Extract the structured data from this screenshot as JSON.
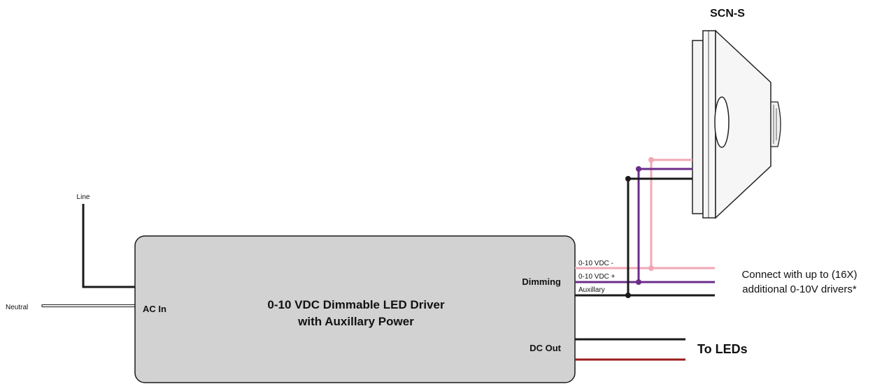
{
  "sensor": {
    "title": "SCN-S"
  },
  "driver": {
    "title_line1": "0-10 VDC Dimmable LED Driver",
    "title_line2": "with Auxillary Power",
    "ac_in_label": "AC In",
    "dimming_label": "Dimming",
    "dc_out_label": "DC Out"
  },
  "inputs": {
    "line_label": "Line",
    "neutral_label": "Neutral"
  },
  "wires": {
    "dim_minus_label": "0-10 VDC -",
    "dim_plus_label": "0-10 VDC +",
    "aux_label": "Auxillary",
    "colors": {
      "dim_minus": "#f2a7b6",
      "dim_plus": "#6b2c8a",
      "aux": "#1a1a1a",
      "dc_pos": "#1a1a1a",
      "dc_neg": "#9b1c1c",
      "line": "#1a1a1a"
    }
  },
  "notes": {
    "connect_line1": "Connect with up to (16X)",
    "connect_line2": "additional 0-10V drivers*",
    "to_leds": "To LEDs"
  }
}
